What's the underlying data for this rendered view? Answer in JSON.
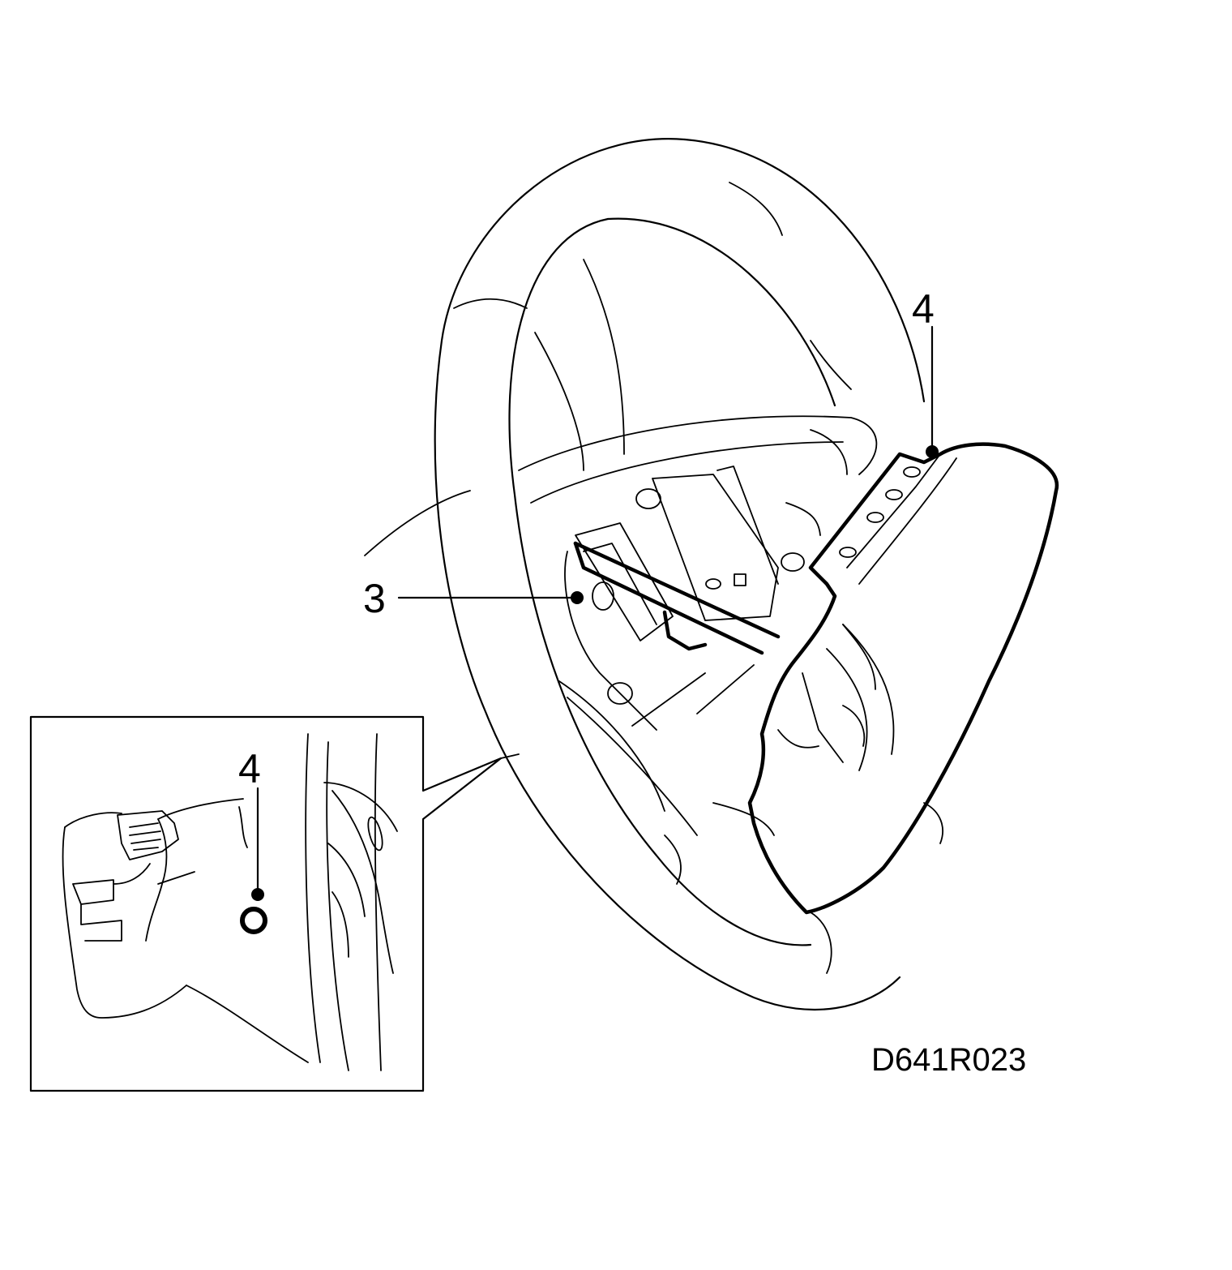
{
  "labels": {
    "callout_3": "3",
    "callout_4_main": "4",
    "callout_4_inset": "4"
  },
  "figure_code": "D641R023",
  "line_color": "#000000",
  "background_color": "#ffffff"
}
